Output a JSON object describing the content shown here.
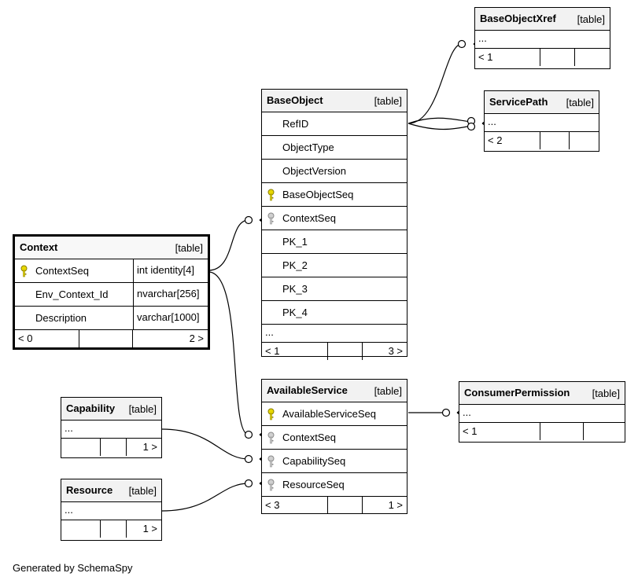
{
  "diagram": {
    "generated_by": "Generated by SchemaSpy",
    "tables": {
      "context": {
        "name": "Context",
        "tag": "[table]",
        "columns": [
          {
            "name": "ContextSeq",
            "type": "int identity[4]"
          },
          {
            "name": "Env_Context_Id",
            "type": "nvarchar[256]"
          },
          {
            "name": "Description",
            "type": "varchar[1000]"
          }
        ],
        "footer_left": "< 0",
        "footer_right": "2 >"
      },
      "baseobject": {
        "name": "BaseObject",
        "tag": "[table]",
        "columns": [
          "RefID",
          "ObjectType",
          "ObjectVersion",
          "BaseObjectSeq",
          "ContextSeq",
          "PK_1",
          "PK_2",
          "PK_3",
          "PK_4"
        ],
        "more": "...",
        "footer_left": "< 1",
        "footer_right": "3 >"
      },
      "baseobjectxref": {
        "name": "BaseObjectXref",
        "tag": "[table]",
        "more": "...",
        "footer_left": "< 1"
      },
      "servicepath": {
        "name": "ServicePath",
        "tag": "[table]",
        "more": "...",
        "footer_left": "< 2"
      },
      "availableservice": {
        "name": "AvailableService",
        "tag": "[table]",
        "columns": [
          "AvailableServiceSeq",
          "ContextSeq",
          "CapabilitySeq",
          "ResourceSeq"
        ],
        "footer_left": "< 3",
        "footer_right": "1 >"
      },
      "consumerpermission": {
        "name": "ConsumerPermission",
        "tag": "[table]",
        "more": "...",
        "footer_left": "< 1"
      },
      "capability": {
        "name": "Capability",
        "tag": "[table]",
        "more": "...",
        "footer_right": "1 >"
      },
      "resource": {
        "name": "Resource",
        "tag": "[table]",
        "more": "...",
        "footer_right": "1 >"
      }
    },
    "colors": {
      "primary_key": "#e8d800",
      "foreign_key": "#b0b0b0",
      "line": "#000000",
      "header": "#f2f2f2"
    }
  }
}
